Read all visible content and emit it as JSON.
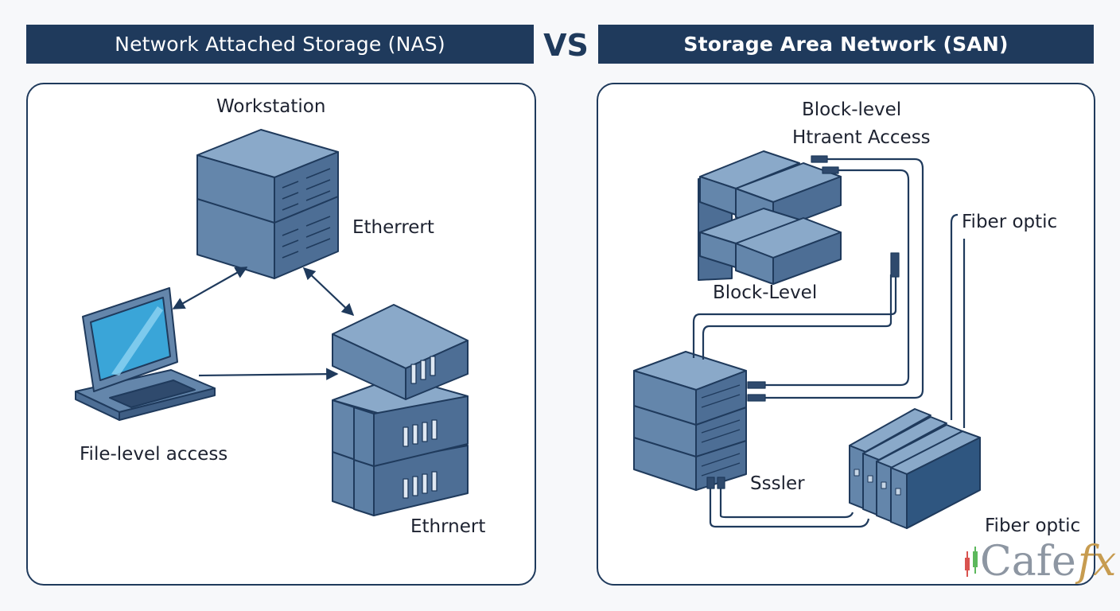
{
  "header": {
    "nas_title": "Network Attached Storage (NAS)",
    "vs": "VS",
    "san_title": "Storage Area Network (SAN)"
  },
  "nas": {
    "labels": {
      "workstation": "Workstation",
      "ethernet_top": "Etherrert",
      "file_access": "File-level access",
      "ethernet_bottom": "Ethrnert"
    }
  },
  "san": {
    "labels": {
      "block_access_line1": "Block-level",
      "block_access_line2": "Htraent Access",
      "fiber_top": "Fiber optic",
      "block_level": "Block-Level",
      "server": "Sssler",
      "fiber_bottom": "Fiber optic"
    }
  },
  "watermark": {
    "brand": "Cafe",
    "suffix": "fx"
  },
  "colors": {
    "banner": "#1f3a5c",
    "device_top": "#8aa9c9",
    "device_front": "#6486ab",
    "device_side": "#4d6e95",
    "outline": "#1f3a5c",
    "screen": "#3aa5d8"
  }
}
